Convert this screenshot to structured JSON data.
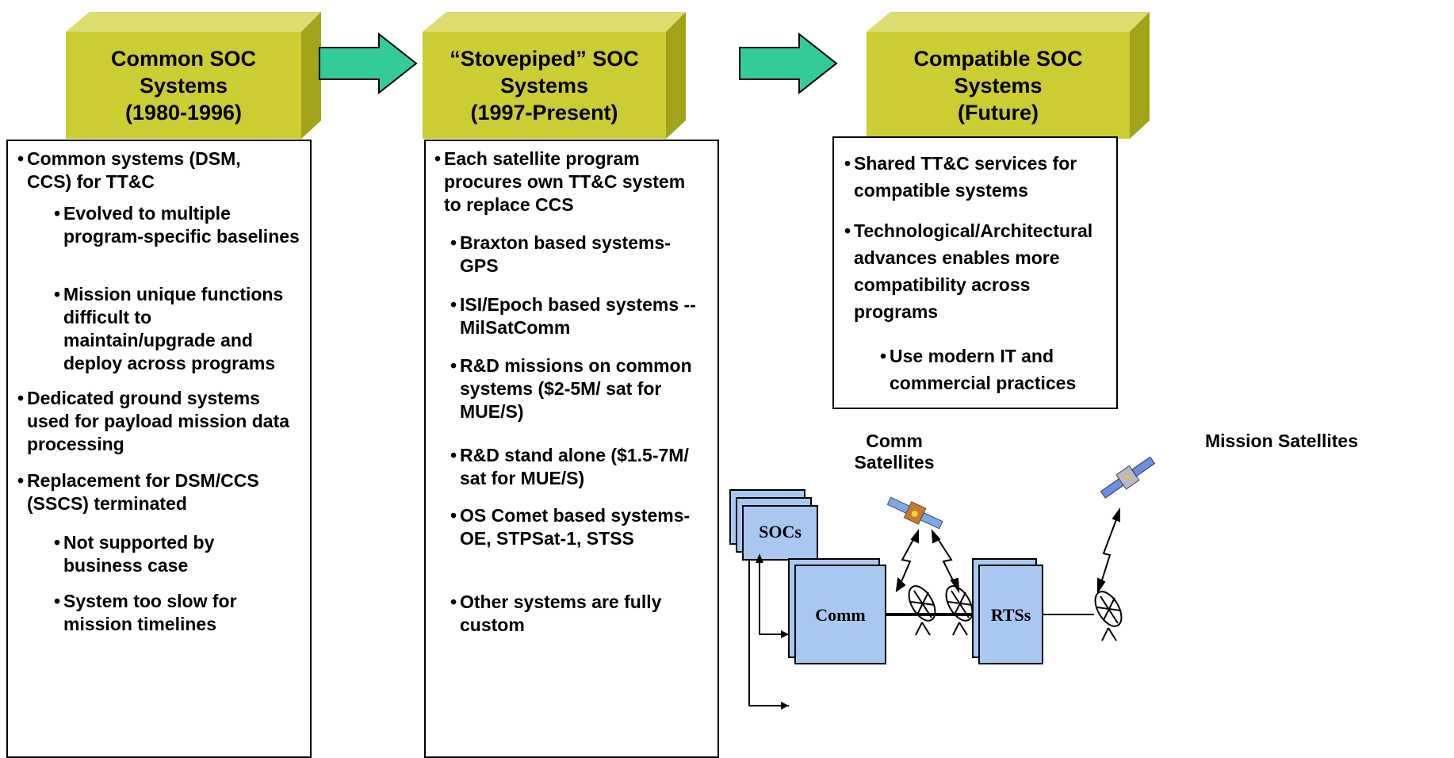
{
  "headers": [
    {
      "lines": [
        "Common SOC",
        "Systems",
        "(1980-1996)"
      ]
    },
    {
      "lines": [
        "“Stovepiped” SOC",
        "Systems",
        "(1997-Present)"
      ]
    },
    {
      "lines": [
        "Compatible SOC",
        "Systems",
        "(Future)"
      ]
    }
  ],
  "col1": {
    "items": [
      "Common systems (DSM, CCS) for TT&C",
      "Evolved to multiple program-specific baselines",
      "Mission unique functions difficult to maintain/upgrade and deploy across programs",
      "Dedicated ground systems used for payload mission data processing",
      "Replacement for DSM/CCS (SSCS) terminated",
      "Not supported by business case",
      "System too slow for mission timelines"
    ]
  },
  "col2": {
    "items": [
      "Each satellite program procures own TT&C system to replace CCS",
      "Braxton based systems-GPS",
      "ISI/Epoch based systems --MilSatComm",
      "R&D missions on common systems ($2-5M/ sat for MUE/S)",
      "R&D stand alone ($1.5-7M/ sat for MUE/S)",
      "OS Comet based systems-OE, STPSat-1, STSS",
      "Other systems are fully custom"
    ]
  },
  "col3": {
    "items": [
      "Shared TT&C services for compatible systems",
      "Technological/Architectural advances enables more compatibility across programs",
      "Use modern IT and commercial practices"
    ]
  },
  "diagram": {
    "comm_satellites_label": [
      "Comm",
      "Satellites"
    ],
    "mission_satellites_label": "Mission Satellites",
    "socs_label": "SOCs",
    "comm_label": "Comm",
    "rts_label": "RTSs"
  },
  "colors": {
    "header_face": "#CCCC33",
    "header_top": "#DCDC70",
    "header_side": "#A3A31A",
    "arrow_fill": "#33CC99",
    "block_fill": "#A8C8F0"
  }
}
